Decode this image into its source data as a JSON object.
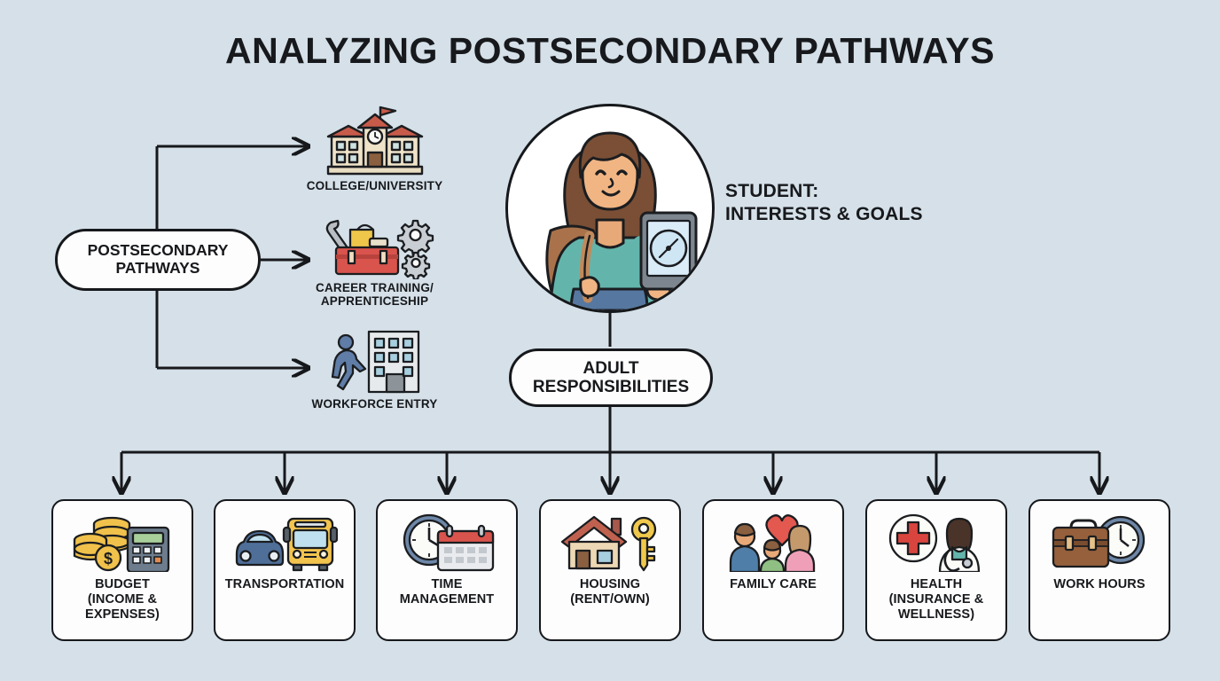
{
  "title": "ANALYZING POSTSECONDARY PATHWAYS",
  "colors": {
    "background": "#d5e0e8",
    "node_fill": "#fdfdfd",
    "stroke": "#16181b",
    "text": "#17191c"
  },
  "nodes": {
    "postsecondary": {
      "label": "POSTSECONDARY PATHWAYS"
    },
    "adult": {
      "label": "ADULT RESPONSIBILITIES"
    },
    "student": {
      "label": "STUDENT:\nINTERESTS & GOALS",
      "line1": "STUDENT:",
      "line2": "INTERESTS & GOALS",
      "icon": "student-with-tablet-illustration"
    }
  },
  "pathways": [
    {
      "label": "COLLEGE/UNIVERSITY",
      "icon": "school-building-icon"
    },
    {
      "label": "CAREER TRAINING/ APPRENTICESHIP",
      "line1": "CAREER TRAINING/",
      "line2": "APPRENTICESHIP",
      "icon": "toolbox-gears-icon"
    },
    {
      "label": "WORKFORCE ENTRY",
      "icon": "worker-office-building-icon"
    }
  ],
  "responsibilities": [
    {
      "label": "BUDGET (INCOME & EXPENSES)",
      "line1": "BUDGET",
      "line2": "(INCOME &",
      "line3": "EXPENSES)",
      "icon": "coins-calculator-icon"
    },
    {
      "label": "TRANSPORTATION",
      "line1": "TRANSPORTATION",
      "line2": "",
      "line3": "",
      "icon": "car-bus-icon"
    },
    {
      "label": "TIME MANAGEMENT",
      "line1": "TIME",
      "line2": "MANAGEMENT",
      "line3": "",
      "icon": "clock-calendar-icon"
    },
    {
      "label": "HOUSING (RENT/OWN)",
      "line1": "HOUSING",
      "line2": "(RENT/OWN)",
      "line3": "",
      "icon": "house-key-icon"
    },
    {
      "label": "FAMILY CARE",
      "line1": "FAMILY CARE",
      "line2": "",
      "line3": "",
      "icon": "family-heart-icon"
    },
    {
      "label": "HEALTH (INSURANCE & WELLNESS)",
      "line1": "HEALTH",
      "line2": "(INSURANCE &",
      "line3": "WELLNESS)",
      "icon": "medical-cross-doctor-icon"
    },
    {
      "label": "WORK HOURS",
      "line1": "WORK HOURS",
      "line2": "",
      "line3": "",
      "icon": "briefcase-clock-icon"
    }
  ]
}
